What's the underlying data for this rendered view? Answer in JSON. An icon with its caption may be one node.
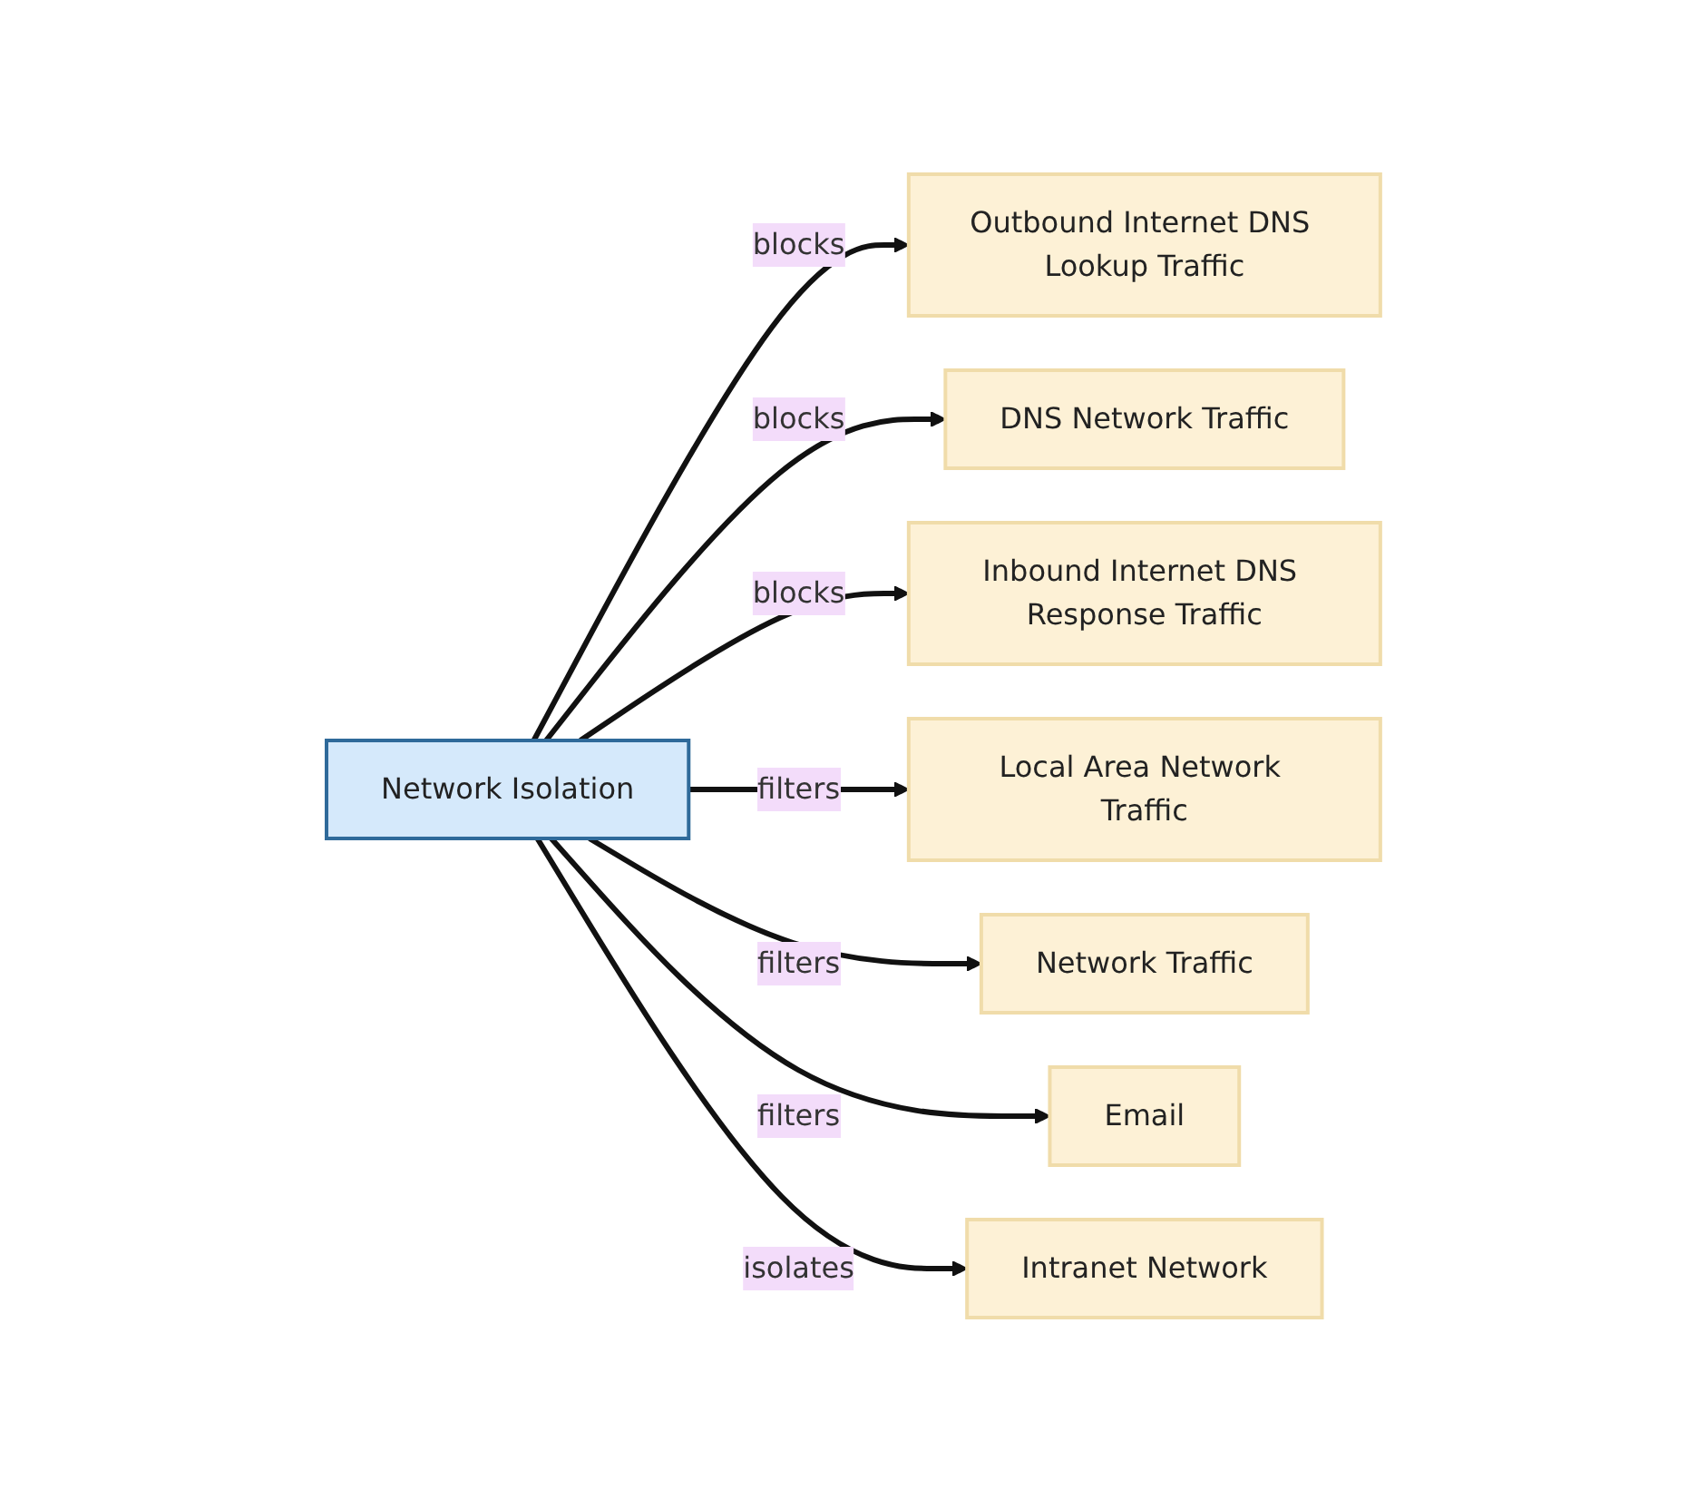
{
  "diagram": {
    "nodes": [
      {
        "text": [
          "Network Isolation"
        ]
      },
      {
        "text": [
          "Outbound Internet DNS Lookup Traffic"
        ]
      },
      {
        "text": [
          "DNS Network Traffic"
        ]
      },
      {
        "text": [
          "Inbound Internet DNS Response Traffic"
        ]
      },
      {
        "text": [
          "Local Area Network Traffic"
        ]
      },
      {
        "text": [
          "Network Traffic"
        ]
      },
      {
        "text": [
          "Email"
        ]
      },
      {
        "text": [
          "Intranet Network"
        ]
      }
    ],
    "edges": [
      {
        "from": 0,
        "to": 1,
        "arrow": "to",
        "label": "blocks"
      },
      {
        "from": 0,
        "to": 2,
        "arrow": "to",
        "label": "blocks"
      },
      {
        "from": 0,
        "to": 3,
        "arrow": "to",
        "label": "blocks"
      },
      {
        "from": 0,
        "to": 4,
        "arrow": "to",
        "label": "filters"
      },
      {
        "from": 0,
        "to": 5,
        "arrow": "to",
        "label": "filters"
      },
      {
        "from": 0,
        "to": 6,
        "arrow": "to",
        "label": "filters"
      },
      {
        "from": 0,
        "to": 7,
        "arrow": "to",
        "label": "isolates"
      }
    ]
  }
}
